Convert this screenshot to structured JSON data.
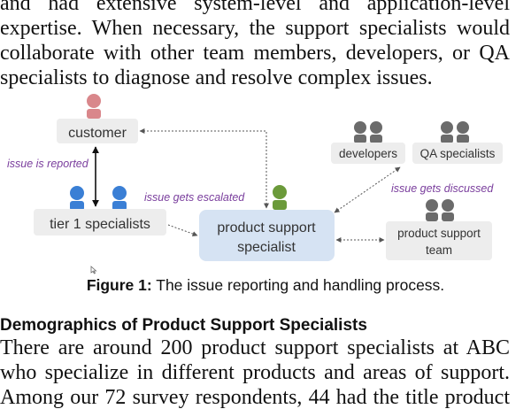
{
  "paragraph_top": [
    "and had extensive system-level and application-level",
    "expertise. When necessary, the support specialists would",
    "collaborate with other team members, developers, or QA",
    "specialists to diagnose and resolve complex issues."
  ],
  "figure": {
    "nodes": {
      "customer": "customer",
      "tier1": "tier 1 specialists",
      "pss_line1": "product support",
      "pss_line2": "specialist",
      "developers": "developers",
      "qa": "QA specialists",
      "team_line1": "product support",
      "team_line2": "team"
    },
    "edge_labels": {
      "reported": "issue is reported",
      "escalated": "issue gets escalated",
      "discussed": "issue gets discussed"
    },
    "colors": {
      "customer_person": "#d9878b",
      "tier1_person": "#3a7fd5",
      "pss_person": "#6b9a3a",
      "gray_person": "#6b6b6b",
      "box_gray": "#ededed",
      "box_blue": "#d6e3f3",
      "edge_label": "#7a3e9d"
    }
  },
  "caption": {
    "label": "Figure 1:",
    "text": " The issue reporting and handling process."
  },
  "heading": "Demographics of Product Support Specialists",
  "paragraph_bottom": [
    "There are around 200 product support specialists at ABC",
    "who specialize in different products and areas of support.",
    "Among our 72 survey respondents, 44 had the title product"
  ]
}
